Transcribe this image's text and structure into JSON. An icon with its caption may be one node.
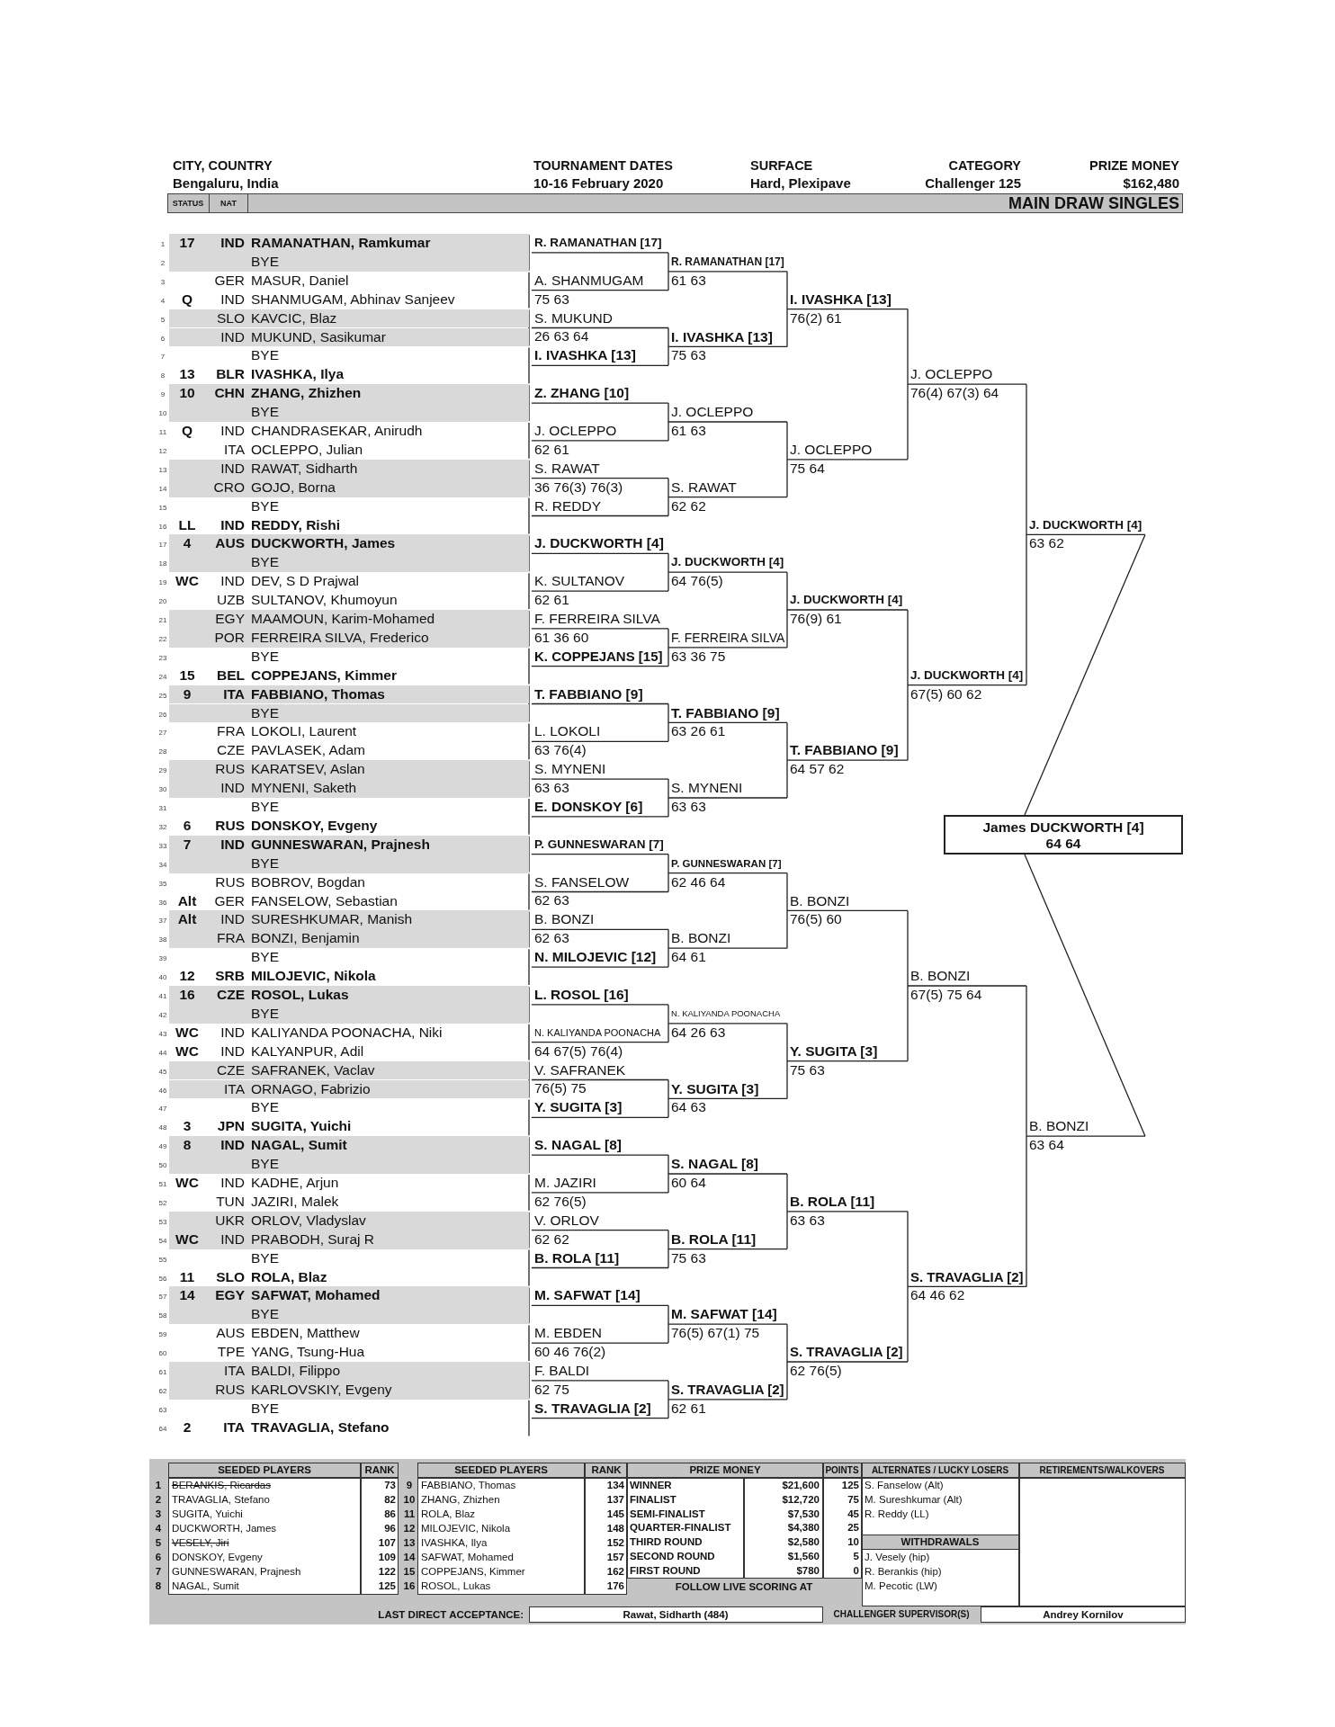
{
  "diagram": {
    "title": "MAIN DRAW SINGLES",
    "nodes": [
      {
        "text": [
          "17",
          "IND",
          "RAMANATHAN, Ramkumar"
        ]
      },
      {
        "text": [
          "BYE"
        ]
      },
      {
        "text": [
          "GER",
          "MASUR, Daniel"
        ]
      },
      {
        "text": [
          "Q",
          "IND",
          "SHANMUGAM, Abhinav Sanjeev"
        ]
      },
      {
        "text": [
          "SLO",
          "KAVCIC, Blaz"
        ]
      },
      {
        "text": [
          "IND",
          "MUKUND, Sasikumar"
        ]
      },
      {
        "text": [
          "BYE"
        ]
      },
      {
        "text": [
          "13",
          "BLR",
          "IVASHKA, Ilya"
        ]
      },
      {
        "text": [
          "10",
          "CHN",
          "ZHANG, Zhizhen"
        ]
      },
      {
        "text": [
          "BYE"
        ]
      },
      {
        "text": [
          "Q",
          "IND",
          "CHANDRASEKAR, Anirudh"
        ]
      },
      {
        "text": [
          "ITA",
          "OCLEPPO, Julian"
        ]
      },
      {
        "text": [
          "IND",
          "RAWAT, Sidharth"
        ]
      },
      {
        "text": [
          "CRO",
          "GOJO, Borna"
        ]
      },
      {
        "text": [
          "BYE"
        ]
      },
      {
        "text": [
          "LL",
          "IND",
          "REDDY, Rishi"
        ]
      },
      {
        "text": [
          "4",
          "AUS",
          "DUCKWORTH, James"
        ]
      },
      {
        "text": [
          "BYE"
        ]
      },
      {
        "text": [
          "WC",
          "IND",
          "DEV, S D Prajwal"
        ]
      },
      {
        "text": [
          "UZB",
          "SULTANOV, Khumoyun"
        ]
      },
      {
        "text": [
          "EGY",
          "MAAMOUN, Karim-Mohamed"
        ]
      },
      {
        "text": [
          "POR",
          "FERREIRA SILVA, Frederico"
        ]
      },
      {
        "text": [
          "BYE"
        ]
      },
      {
        "text": [
          "15",
          "BEL",
          "COPPEJANS, Kimmer"
        ]
      },
      {
        "text": [
          "9",
          "ITA",
          "FABBIANO, Thomas"
        ]
      },
      {
        "text": [
          "BYE"
        ]
      },
      {
        "text": [
          "FRA",
          "LOKOLI, Laurent"
        ]
      },
      {
        "text": [
          "CZE",
          "PAVLASEK, Adam"
        ]
      },
      {
        "text": [
          "RUS",
          "KARATSEV, Aslan"
        ]
      },
      {
        "text": [
          "IND",
          "MYNENI, Saketh"
        ]
      },
      {
        "text": [
          "BYE"
        ]
      },
      {
        "text": [
          "6",
          "RUS",
          "DONSKOY, Evgeny"
        ]
      },
      {
        "text": [
          "7",
          "IND",
          "GUNNESWARAN, Prajnesh"
        ]
      },
      {
        "text": [
          "BYE"
        ]
      },
      {
        "text": [
          "RUS",
          "BOBROV, Bogdan"
        ]
      },
      {
        "text": [
          "Alt",
          "GER",
          "FANSELOW, Sebastian"
        ]
      },
      {
        "text": [
          "Alt",
          "IND",
          "SURESHKUMAR, Manish"
        ]
      },
      {
        "text": [
          "FRA",
          "BONZI, Benjamin"
        ]
      },
      {
        "text": [
          "BYE"
        ]
      },
      {
        "text": [
          "12",
          "SRB",
          "MILOJEVIC, Nikola"
        ]
      },
      {
        "text": [
          "16",
          "CZE",
          "ROSOL, Lukas"
        ]
      },
      {
        "text": [
          "BYE"
        ]
      },
      {
        "text": [
          "WC",
          "IND",
          "KALIYANDA POONACHA, Niki"
        ]
      },
      {
        "text": [
          "WC",
          "IND",
          "KALYANPUR, Adil"
        ]
      },
      {
        "text": [
          "CZE",
          "SAFRANEK, Vaclav"
        ]
      },
      {
        "text": [
          "ITA",
          "ORNAGO, Fabrizio"
        ]
      },
      {
        "text": [
          "BYE"
        ]
      },
      {
        "text": [
          "3",
          "JPN",
          "SUGITA, Yuichi"
        ]
      },
      {
        "text": [
          "8",
          "IND",
          "NAGAL, Sumit"
        ]
      },
      {
        "text": [
          "BYE"
        ]
      },
      {
        "text": [
          "WC",
          "IND",
          "KADHE, Arjun"
        ]
      },
      {
        "text": [
          "TUN",
          "JAZIRI, Malek"
        ]
      },
      {
        "text": [
          "UKR",
          "ORLOV, Vladyslav"
        ]
      },
      {
        "text": [
          "WC",
          "IND",
          "PRABODH, Suraj R"
        ]
      },
      {
        "text": [
          "BYE"
        ]
      },
      {
        "text": [
          "11",
          "SLO",
          "ROLA, Blaz"
        ]
      },
      {
        "text": [
          "14",
          "EGY",
          "SAFWAT, Mohamed"
        ]
      },
      {
        "text": [
          "BYE"
        ]
      },
      {
        "text": [
          "AUS",
          "EBDEN, Matthew"
        ]
      },
      {
        "text": [
          "TPE",
          "YANG, Tsung-Hua"
        ]
      },
      {
        "text": [
          "ITA",
          "BALDI, Filippo"
        ]
      },
      {
        "text": [
          "RUS",
          "KARLOVSKIY, Evgeny"
        ]
      },
      {
        "text": [
          "BYE"
        ]
      },
      {
        "text": [
          "2",
          "ITA",
          "TRAVAGLIA, Stefano"
        ]
      },
      {
        "text": [
          "R. RAMANATHAN [17]"
        ]
      },
      {
        "text": [
          "A. SHANMUGAM",
          "75 63"
        ]
      },
      {
        "text": [
          "S. MUKUND",
          "26 63 64"
        ]
      },
      {
        "text": [
          "I. IVASHKA [13]"
        ]
      },
      {
        "text": [
          "Z. ZHANG [10]"
        ]
      },
      {
        "text": [
          "J. OCLEPPO",
          "62 61"
        ]
      },
      {
        "text": [
          "S. RAWAT",
          "36 76(3) 76(3)"
        ]
      },
      {
        "text": [
          "R. REDDY"
        ]
      },
      {
        "text": [
          "J. DUCKWORTH [4]"
        ]
      },
      {
        "text": [
          "K. SULTANOV",
          "62 61"
        ]
      },
      {
        "text": [
          "F. FERREIRA SILVA",
          "61 36 60"
        ]
      },
      {
        "text": [
          "K. COPPEJANS [15]"
        ]
      },
      {
        "text": [
          "T. FABBIANO [9]"
        ]
      },
      {
        "text": [
          "L. LOKOLI",
          "63 76(4)"
        ]
      },
      {
        "text": [
          "S. MYNENI",
          "63 63"
        ]
      },
      {
        "text": [
          "E. DONSKOY [6]"
        ]
      },
      {
        "text": [
          "P. GUNNESWARAN [7]"
        ]
      },
      {
        "text": [
          "S. FANSELOW",
          "62 63"
        ]
      },
      {
        "text": [
          "B. BONZI",
          "62 63"
        ]
      },
      {
        "text": [
          "N. MILOJEVIC [12]"
        ]
      },
      {
        "text": [
          "L. ROSOL [16]"
        ]
      },
      {
        "text": [
          "N. KALIYANDA POONACHA",
          "64 67(5) 76(4)"
        ]
      },
      {
        "text": [
          "V. SAFRANEK",
          "76(5) 75"
        ]
      },
      {
        "text": [
          "Y. SUGITA [3]"
        ]
      },
      {
        "text": [
          "S. NAGAL [8]"
        ]
      },
      {
        "text": [
          "M. JAZIRI",
          "62 76(5)"
        ]
      },
      {
        "text": [
          "V. ORLOV",
          "62 62"
        ]
      },
      {
        "text": [
          "B. ROLA [11]"
        ]
      },
      {
        "text": [
          "M. SAFWAT [14]"
        ]
      },
      {
        "text": [
          "M. EBDEN",
          "60 46 76(2)"
        ]
      },
      {
        "text": [
          "F. BALDI",
          "62 75"
        ]
      },
      {
        "text": [
          "S. TRAVAGLIA [2]"
        ]
      },
      {
        "text": [
          "R. RAMANATHAN [17]",
          "61 63"
        ]
      },
      {
        "text": [
          "I. IVASHKA [13]",
          "75 63"
        ]
      },
      {
        "text": [
          "J. OCLEPPO",
          "61 63"
        ]
      },
      {
        "text": [
          "S. RAWAT",
          "62 62"
        ]
      },
      {
        "text": [
          "J. DUCKWORTH [4]",
          "64 76(5)"
        ]
      },
      {
        "text": [
          "F. FERREIRA SILVA",
          "63 36 75"
        ]
      },
      {
        "text": [
          "T. FABBIANO [9]",
          "63 26 61"
        ]
      },
      {
        "text": [
          "S. MYNENI",
          "63 63"
        ]
      },
      {
        "text": [
          "P. GUNNESWARAN [7]",
          "62 46 64"
        ]
      },
      {
        "text": [
          "B. BONZI",
          "64 61"
        ]
      },
      {
        "text": [
          "N. KALIYANDA POONACHA",
          "64 26 63"
        ]
      },
      {
        "text": [
          "Y. SUGITA [3]",
          "64 63"
        ]
      },
      {
        "text": [
          "S. NAGAL [8]",
          "60 64"
        ]
      },
      {
        "text": [
          "B. ROLA [11]",
          "75 63"
        ]
      },
      {
        "text": [
          "M. SAFWAT [14]",
          "76(5) 67(1) 75"
        ]
      },
      {
        "text": [
          "S. TRAVAGLIA [2]",
          "62 61"
        ]
      },
      {
        "text": [
          "I. IVASHKA [13]",
          "76(2) 61"
        ]
      },
      {
        "text": [
          "J. OCLEPPO",
          "75 64"
        ]
      },
      {
        "text": [
          "J. DUCKWORTH [4]",
          "76(9) 61"
        ]
      },
      {
        "text": [
          "T. FABBIANO [9]",
          "64 57 62"
        ]
      },
      {
        "text": [
          "B. BONZI",
          "76(5) 60"
        ]
      },
      {
        "text": [
          "Y. SUGITA [3]",
          "75 63"
        ]
      },
      {
        "text": [
          "B. ROLA [11]",
          "63 63"
        ]
      },
      {
        "text": [
          "S. TRAVAGLIA [2]",
          "62 76(5)"
        ]
      },
      {
        "text": [
          "J. OCLEPPO",
          "76(4) 67(3) 64"
        ]
      },
      {
        "text": [
          "J. DUCKWORTH [4]",
          "67(5) 60 62"
        ]
      },
      {
        "text": [
          "B. BONZI",
          "67(5) 75 64"
        ]
      },
      {
        "text": [
          "S. TRAVAGLIA [2]",
          "64 46 62"
        ]
      },
      {
        "text": [
          "J. DUCKWORTH [4]",
          "63 62"
        ]
      },
      {
        "text": [
          "B. BONZI",
          "63 64"
        ]
      },
      {
        "text": [
          "James DUCKWORTH [4]",
          "64 64"
        ]
      }
    ],
    "labels": [
      "CITY, COUNTRY",
      "TOURNAMENT DATES",
      "SURFACE",
      "CATEGORY",
      "PRIZE MONEY",
      "Bengaluru, India",
      "10-16 February 2020",
      "Hard, Plexipave",
      "Challenger 125",
      "$162,480",
      "STATUS",
      "NAT",
      "SEEDED PLAYERS",
      "RANK",
      "1",
      "BERANKIS, Ricardas",
      "73",
      "2",
      "TRAVAGLIA, Stefano",
      "82",
      "3",
      "SUGITA, Yuichi",
      "86",
      "4",
      "DUCKWORTH, James",
      "96",
      "5",
      "VESELY, Jiri",
      "107",
      "6",
      "DONSKOY, Evgeny",
      "109",
      "7",
      "GUNNESWARAN, Prajnesh",
      "122",
      "8",
      "NAGAL, Sumit",
      "125",
      "SEEDED PLAYERS",
      "RANK",
      "9",
      "FABBIANO, Thomas",
      "134",
      "10",
      "ZHANG, Zhizhen",
      "137",
      "11",
      "ROLA, Blaz",
      "145",
      "12",
      "MILOJEVIC, Nikola",
      "148",
      "13",
      "IVASHKA, Ilya",
      "152",
      "14",
      "SAFWAT, Mohamed",
      "157",
      "15",
      "COPPEJANS, Kimmer",
      "162",
      "16",
      "ROSOL, Lukas",
      "176",
      "PRIZE MONEY",
      "POINTS",
      "WINNER",
      "$21,600",
      "125",
      "FINALIST",
      "$12,720",
      "75",
      "SEMI-FINALIST",
      "$7,530",
      "45",
      "QUARTER-FINALIST",
      "$4,380",
      "25",
      "THIRD ROUND",
      "$2,580",
      "10",
      "SECOND ROUND",
      "$1,560",
      "5",
      "FIRST ROUND",
      "$780",
      "0",
      "FOLLOW LIVE SCORING AT",
      "ALTERNATES / LUCKY LOSERS",
      "S. Fanselow (Alt)",
      "M. Sureshkumar (Alt)",
      "R. Reddy (LL)",
      "WITHDRAWALS",
      "J. Vesely (hip)",
      "R. Berankis (hip)",
      "M. Pecotic (LW)",
      "RETIREMENTS/WALKOVERS",
      "LAST DIRECT ACCEPTANCE:",
      "Rawat, Sidharth (484)",
      "CHALLENGER SUPERVISOR(S)",
      "Andrey Kornilov",
      "1",
      "2",
      "3",
      "4",
      "5",
      "6",
      "7",
      "8",
      "9",
      "10",
      "11",
      "12",
      "13",
      "14",
      "15",
      "16",
      "17",
      "18",
      "19",
      "20",
      "21",
      "22",
      "23",
      "24",
      "25",
      "26",
      "27",
      "28",
      "29",
      "30",
      "31",
      "32",
      "33",
      "34",
      "35",
      "36",
      "37",
      "38",
      "39",
      "40",
      "41",
      "42",
      "43",
      "44",
      "45",
      "46",
      "47",
      "48",
      "49",
      "50",
      "51",
      "52",
      "53",
      "54",
      "55",
      "56",
      "57",
      "58",
      "59",
      "60",
      "61",
      "62",
      "63",
      "64"
    ]
  }
}
